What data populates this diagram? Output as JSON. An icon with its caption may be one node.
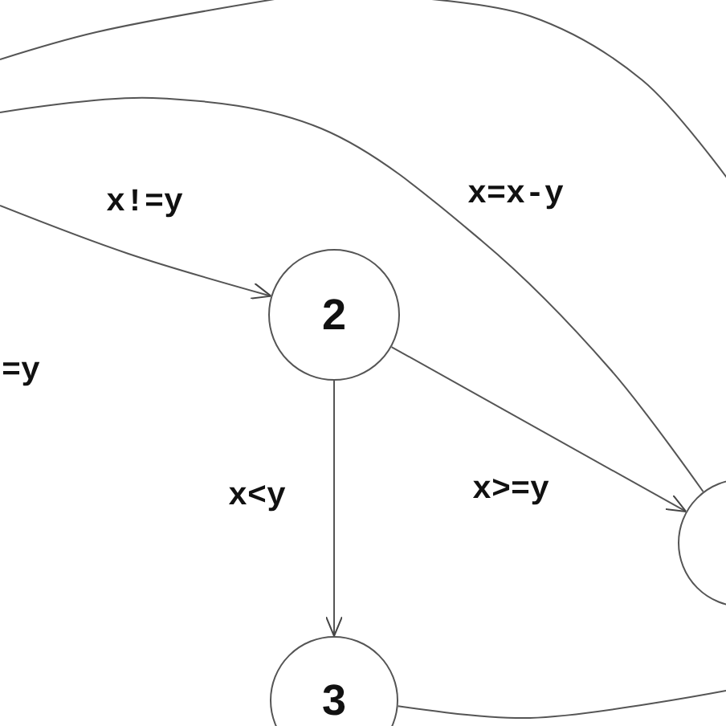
{
  "diagram": {
    "nodes": [
      {
        "text": [
          "2"
        ]
      },
      {
        "text": [
          "3"
        ]
      },
      {
        "text": [],
        "shape": "circle"
      }
    ],
    "edges": [
      {
        "from": null,
        "to": 0,
        "arrow": "to",
        "label": "x!=y"
      },
      {
        "from": 0,
        "to": 2,
        "arrow": "to",
        "label": "x>=y"
      },
      {
        "from": 0,
        "to": 1,
        "arrow": "to",
        "label": "x<y"
      },
      {
        "from": null,
        "to": 2,
        "arrow": "none",
        "label": "x=x-y"
      },
      {
        "from": 1,
        "to": null,
        "arrow": "none"
      }
    ],
    "labels": [
      "=y"
    ]
  }
}
